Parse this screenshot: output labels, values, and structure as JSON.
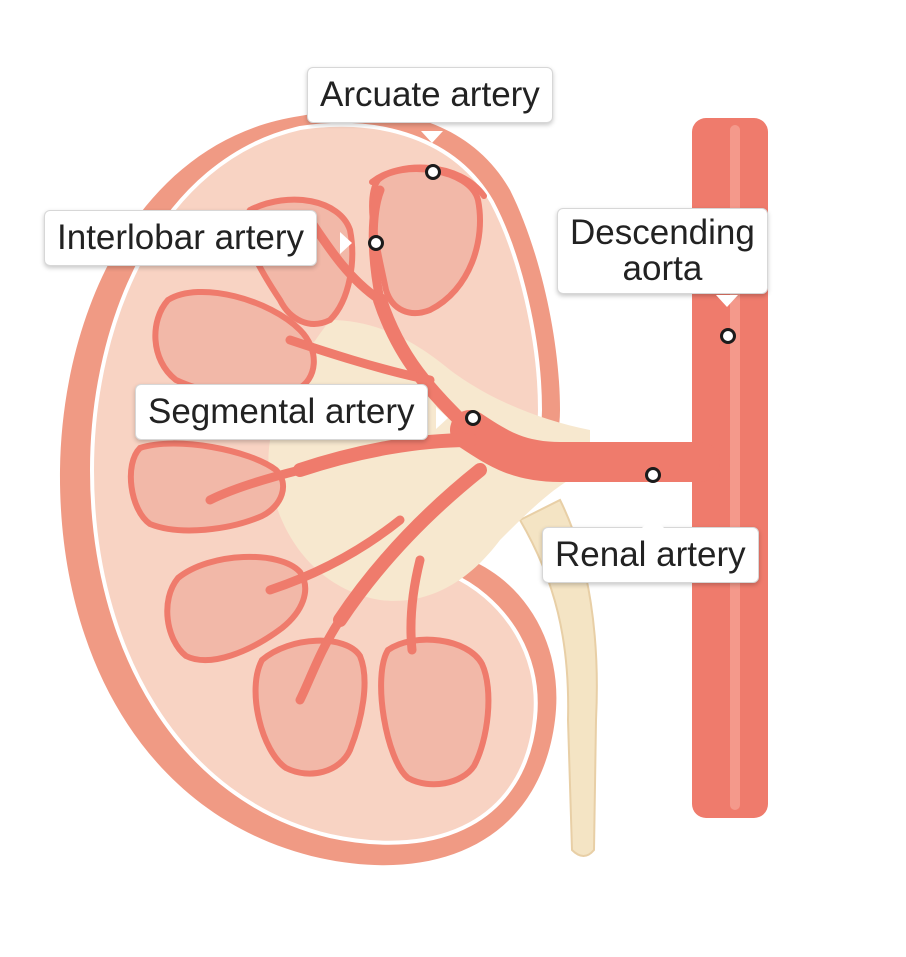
{
  "labels": {
    "arcuate": "Arcuate artery",
    "interlobar": "Interlobar artery",
    "descending_line1": "Descending",
    "descending_line2": "aorta",
    "segmental": "Segmental artery",
    "renal": "Renal artery"
  },
  "colors": {
    "artery": "#ef7b6c",
    "artery_dark": "#d9533f",
    "cortex": "#f8d3c3",
    "capsule": "#f09a84",
    "pyramid": "#f2b8a8",
    "sinus": "#f7e8cf",
    "ureter": "#f4e4c4"
  }
}
